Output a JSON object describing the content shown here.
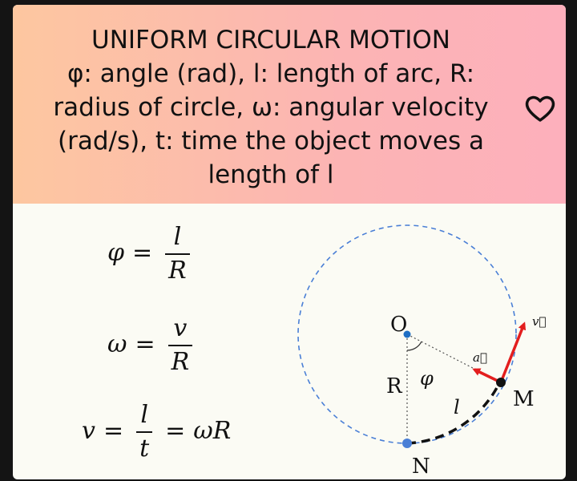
{
  "header": {
    "title": "UNIFORM CIRCULAR MOTION\nφ: angle (rad), l: length of arc, R: radius of circle, ω: angular velocity (rad/s), t: time the object moves a length of l",
    "title_lines": [
      "UNIFORM CIRCULAR MOTION",
      "φ: angle (rad), l: length of arc, R:",
      "radius of circle, ω: angular velocity",
      "(rad/s), t: time the object moves a",
      "length of l"
    ],
    "favorite_icon": "heart-outline-icon"
  },
  "formulas": {
    "f1": {
      "lhs": "φ",
      "eq": "=",
      "num": "l",
      "den": "R"
    },
    "f2": {
      "lhs": "ω",
      "eq": "=",
      "num": "v",
      "den": "R"
    },
    "f3": {
      "lhs": "v",
      "eq": "=",
      "num": "l",
      "den": "t",
      "eq2": "=",
      "rhs": "ωR"
    }
  },
  "diagram": {
    "point_center": "O",
    "point_start": "N",
    "point_moving": "M",
    "radius_label": "R",
    "angle_label": "φ",
    "arc_label": "l",
    "accel_label": "a⃗",
    "velocity_label": "v⃗",
    "colors": {
      "circle": "#4a7fd6",
      "vector": "#e31e1e",
      "point_N": "#4a7fd6",
      "point_O": "#1f6fc4",
      "point_M": "#111111"
    }
  }
}
